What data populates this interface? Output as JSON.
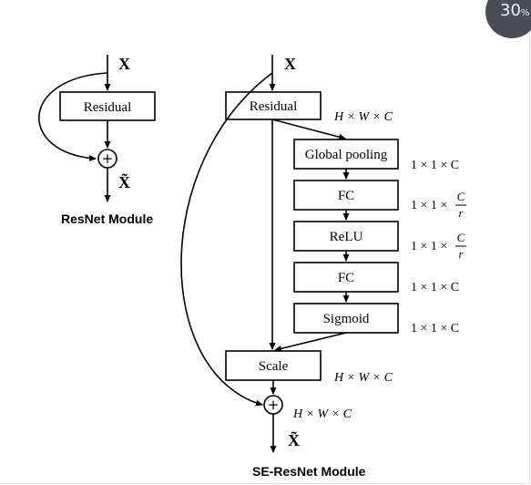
{
  "badge": {
    "value": "30",
    "unit": "%"
  },
  "resnet": {
    "input_label": "X",
    "residual_label": "Residual",
    "add_symbol": "+",
    "output_label": "X̃",
    "module_label": "ResNet Module"
  },
  "se_resnet": {
    "input_label": "X",
    "residual_label": "Residual",
    "residual_dim": "H × W × C",
    "global_pooling_label": "Global pooling",
    "global_pooling_dim": "1 × 1 × C",
    "fc1_label": "FC",
    "fc1_dim_prefix": "1 × 1 ×",
    "fc1_dim_num": "C",
    "fc1_dim_den": "r",
    "relu_label": "ReLU",
    "relu_dim_prefix": "1 × 1 ×",
    "relu_dim_num": "C",
    "relu_dim_den": "r",
    "fc2_label": "FC",
    "fc2_dim": "1 × 1 × C",
    "sigmoid_label": "Sigmoid",
    "sigmoid_dim": "1 × 1 × C",
    "scale_label": "Scale",
    "scale_dim": "H × W × C",
    "add_symbol": "+",
    "add_dim": "H × W × C",
    "output_label": "X̃",
    "module_label": "SE-ResNet Module"
  }
}
